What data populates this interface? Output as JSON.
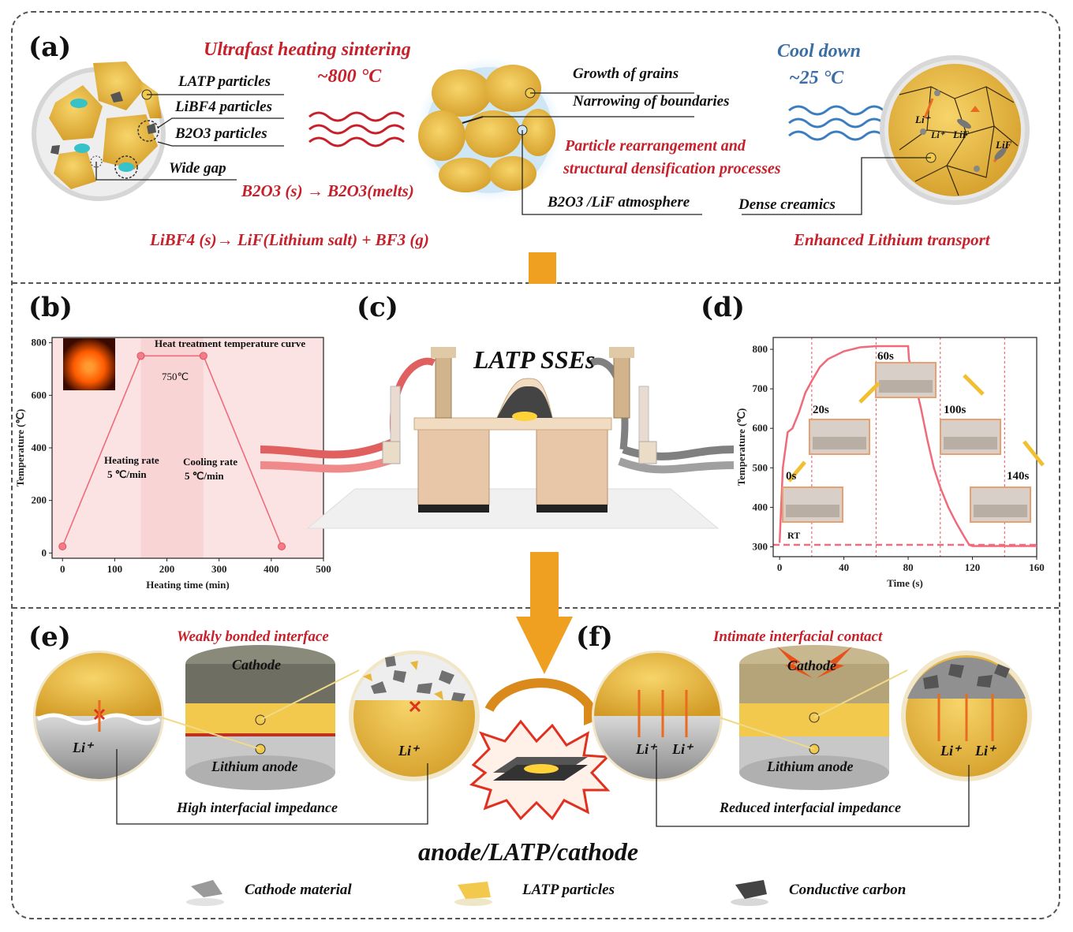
{
  "colors": {
    "gold": "#e8b63a",
    "gold_dark": "#b98420",
    "red_text": "#c8202a",
    "blue_text": "#3a6ea5",
    "curve_pink": "#ef6b7b",
    "panel_b_bg": "#fbe3e3",
    "cyan_particle": "#35c2c9",
    "arrow_orange": "#f0a020"
  },
  "panels": {
    "a": {
      "label": "(a)",
      "heat_title": "Ultrafast heating sintering",
      "heat_temp": "~800 °C",
      "cool_title": "Cool down",
      "cool_temp": "~25 °C",
      "labels": {
        "latp": "LATP particles",
        "libf4": "LiBF4 particles",
        "b2o3": "B2O3 particles",
        "wide_gap": "Wide gap",
        "growth": "Growth of grains",
        "narrowing": "Narrowing of boundaries",
        "rearrange_1": "Particle rearrangement and",
        "rearrange_2": "structural densification processes",
        "atmosphere": "B2O3 /LiF atmosphere",
        "dense": "Dense creamics",
        "li_plus_1": "Li⁺",
        "li_plus_2": "Li⁺",
        "lif_1": "LiF",
        "lif_2": "LiF"
      },
      "reaction_1": "B2O3 (s) → B2O3(melts)",
      "reaction_2": "LiBF4 (s)→ LiF(Lithium salt) + BF3 (g)",
      "enhanced": "Enhanced Lithium transport"
    },
    "b": {
      "label": "(b)",
      "legend": "Heat treatment temperature curve",
      "plateau_label": "750℃",
      "heating_rate": "Heating rate",
      "heating_rate_val": "5 ℃/min",
      "cooling_rate": "Cooling rate",
      "cooling_rate_val": "5 ℃/min"
    },
    "c": {
      "label": "(c)",
      "title": "LATP SSEs"
    },
    "d": {
      "label": "(d)",
      "snapshots": [
        "0s",
        "20s",
        "60s",
        "100s",
        "140s"
      ],
      "rt": "RT"
    },
    "e": {
      "label": "(e)",
      "title": "Weakly bonded interface",
      "cathode": "Cathode",
      "anode": "Lithium anode",
      "li_left": "Li⁺",
      "li_right": "Li⁺",
      "impedance": "High interfacial impedance"
    },
    "f": {
      "label": "(f)",
      "title": "Intimate interfacial contact",
      "cathode": "Cathode",
      "anode": "Lithium anode",
      "li_1": "Li⁺",
      "li_2": "Li⁺",
      "li_3": "Li⁺",
      "li_4": "Li⁺",
      "impedance": "Reduced interfacial impedance"
    },
    "bottom": {
      "title": "anode/LATP/cathode",
      "legend": [
        "Cathode material",
        "LATP particles",
        "Conductive carbon"
      ]
    }
  },
  "chart_data": [
    {
      "type": "line",
      "panel": "b",
      "xlabel": "Heating time (min)",
      "ylabel": "Temperature (℃)",
      "xlim": [
        -20,
        500
      ],
      "ylim": [
        -20,
        820
      ],
      "xticks": [
        0,
        100,
        200,
        300,
        400,
        500
      ],
      "yticks": [
        0,
        200,
        400,
        600,
        800
      ],
      "series": [
        {
          "name": "Heat treatment temperature curve",
          "x": [
            0,
            150,
            270,
            420
          ],
          "y": [
            25,
            750,
            750,
            25
          ]
        }
      ],
      "shaded_regions": [
        [
          150,
          270
        ]
      ]
    },
    {
      "type": "line",
      "panel": "d",
      "xlabel": "Time (s)",
      "ylabel": "Temperature (℃)",
      "xlim": [
        -4,
        160
      ],
      "ylim": [
        275,
        830
      ],
      "xticks": [
        0,
        40,
        80,
        120,
        160
      ],
      "yticks": [
        300,
        400,
        500,
        600,
        700,
        800
      ],
      "vlines": [
        20,
        60,
        100,
        140
      ],
      "baseline": 305,
      "series": [
        {
          "x": [
            0,
            2,
            5,
            8,
            12,
            16,
            20,
            25,
            30,
            40,
            50,
            60,
            70,
            80,
            80.5,
            84,
            88,
            92,
            96,
            100,
            105,
            110,
            115,
            118,
            120,
            130,
            140,
            160
          ],
          "y": [
            310,
            500,
            590,
            600,
            640,
            690,
            720,
            755,
            775,
            795,
            805,
            808,
            808,
            808,
            775,
            720,
            650,
            570,
            500,
            450,
            400,
            360,
            325,
            305,
            302,
            302,
            302,
            302
          ]
        }
      ]
    }
  ]
}
